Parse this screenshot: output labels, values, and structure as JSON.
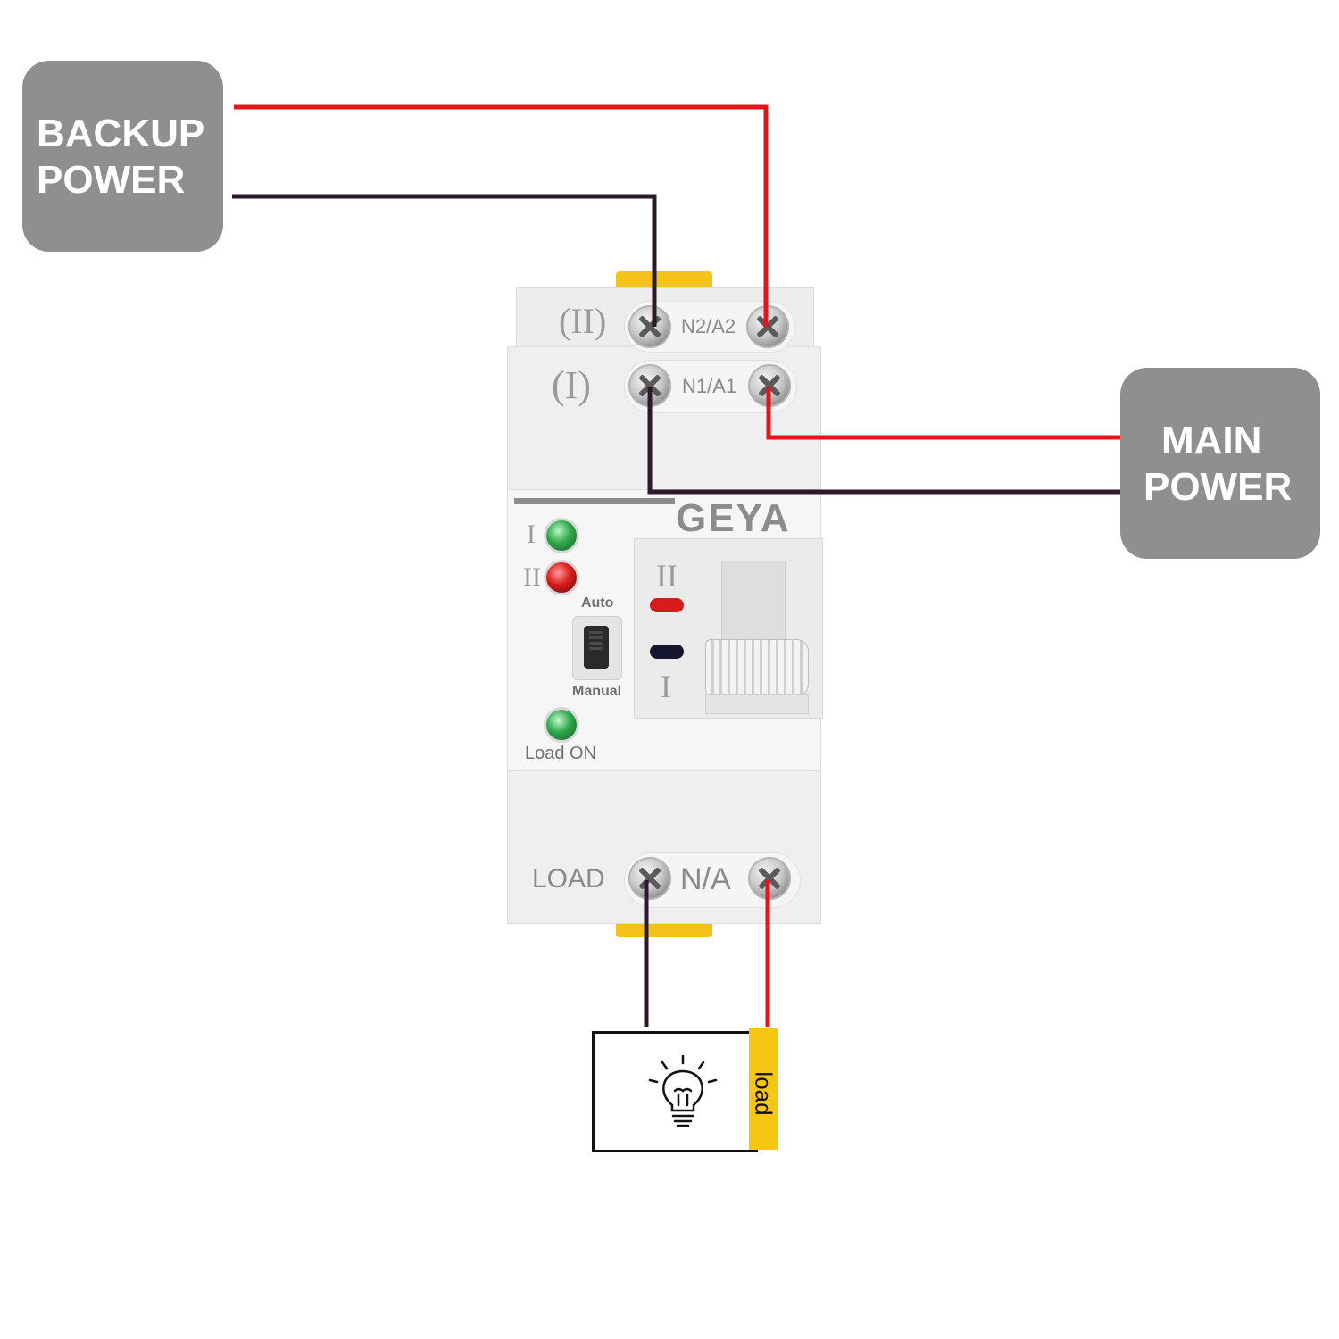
{
  "backup_power": {
    "line1": "BACKUP",
    "line2": "POWER"
  },
  "main_power": {
    "line1": "MAIN",
    "line2": "POWER"
  },
  "device": {
    "brand": "GEYA",
    "source2_label": "(II)",
    "source2_terminal": "N2/A2",
    "source1_label": "(I)",
    "source1_terminal": "N1/A1",
    "led1_label": "I",
    "led2_label": "II",
    "mode_auto": "Auto",
    "mode_manual": "Manual",
    "load_on_label": "Load ON",
    "switch_top_label": "II",
    "switch_bottom_label": "I",
    "load_label": "LOAD",
    "load_terminal": "N/A"
  },
  "load_box": {
    "label": "load"
  },
  "colors": {
    "live_wire": "#e3141c",
    "neutral_wire": "#2a1a2a",
    "label_box": "#8f8f8f",
    "din_clip": "#f5c21b",
    "load_tab": "#f7c614",
    "led_green": "#2fa84a",
    "led_red": "#d81c1c"
  }
}
